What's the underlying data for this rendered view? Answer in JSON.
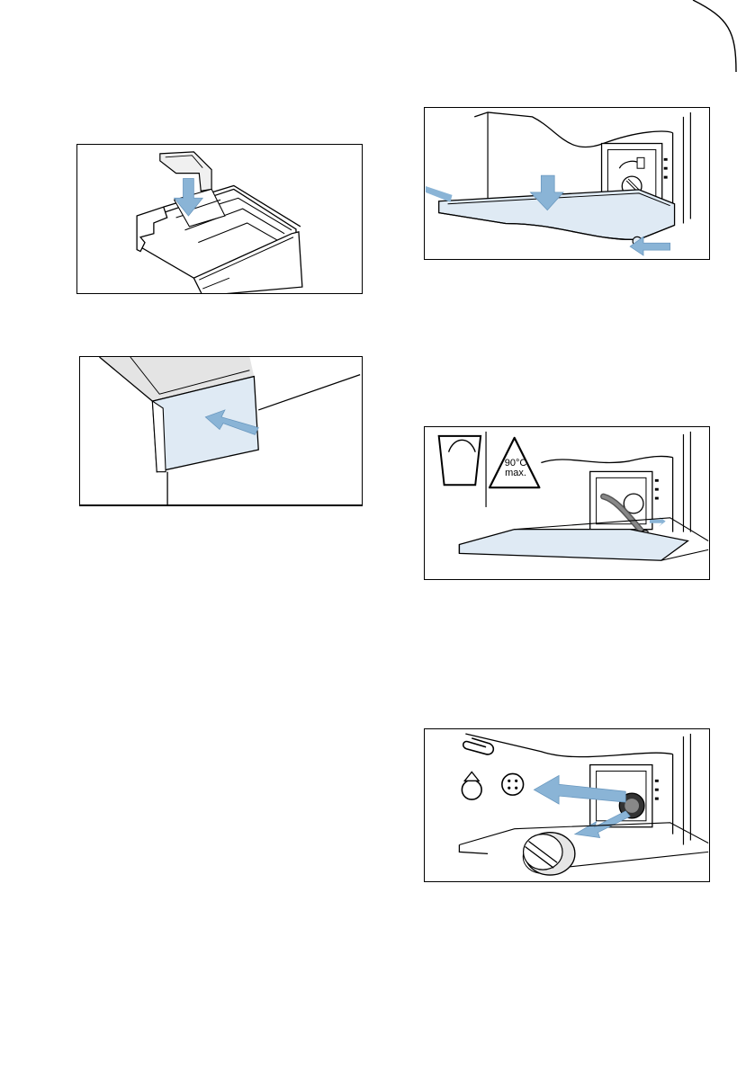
{
  "page": {
    "figures": [
      {
        "id": "fig-insert-siphon",
        "icon": "detergent-drawer-siphon"
      },
      {
        "id": "fig-push-drawer",
        "icon": "push-drawer-closed"
      },
      {
        "id": "fig-remove-cover",
        "icon": "remove-service-flap"
      },
      {
        "id": "fig-drain-hose",
        "icon": "drain-water-container"
      },
      {
        "id": "fig-remove-filter",
        "icon": "remove-pump-filter"
      }
    ],
    "warning_label": {
      "line1": "90°C",
      "line2": "max."
    },
    "colors": {
      "accent_blue": "#8ab4d6",
      "light_blue": "#dfeaf4",
      "line": "#000000"
    }
  }
}
